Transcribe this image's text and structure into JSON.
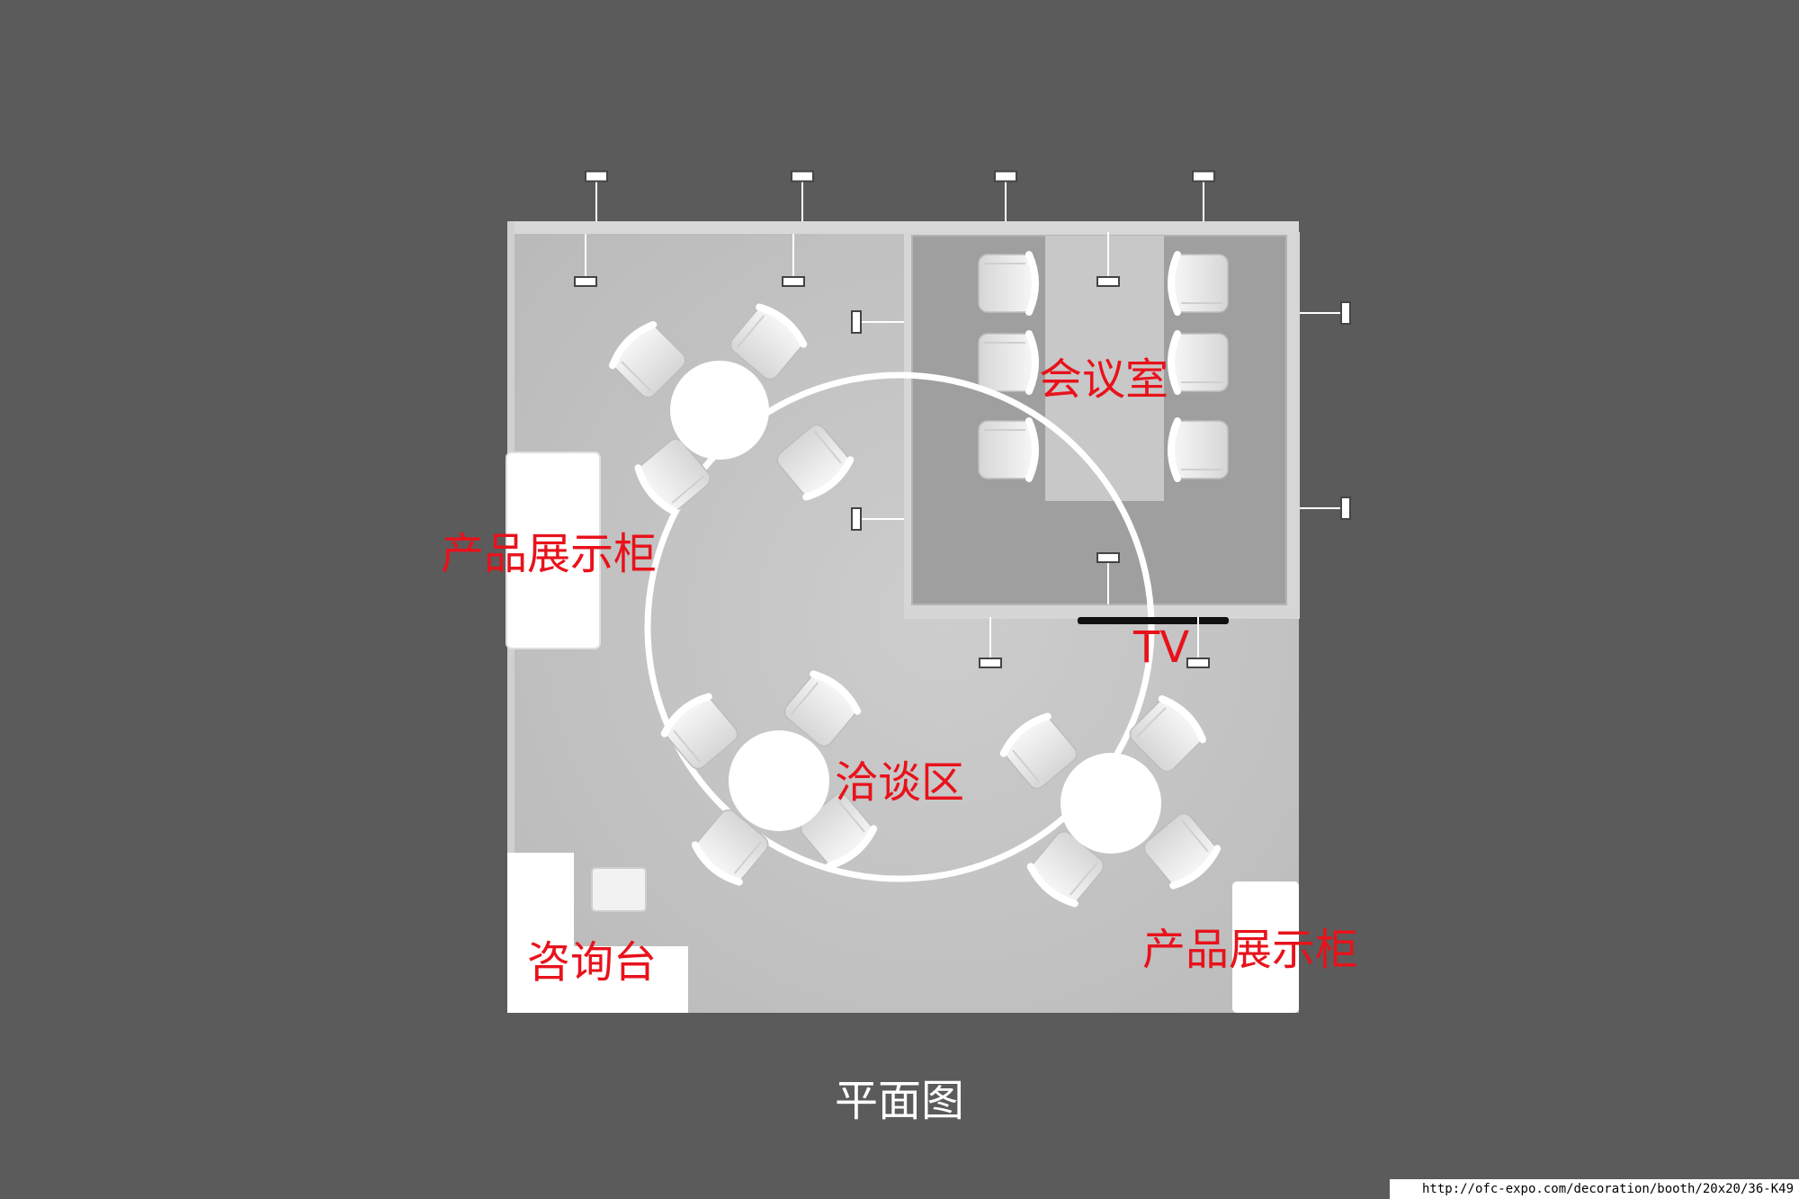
{
  "labels": {
    "meeting_room": "会议室",
    "display_cabinet_left": "产品展示柜",
    "tv": "TV",
    "negotiation_area": "洽谈区",
    "reception_desk": "咨询台",
    "display_cabinet_right": "产品展示柜"
  },
  "caption": "平面图",
  "source_url": "http://ofc-expo.com/decoration/booth/20x20/36-K49",
  "colors": {
    "background": "#5b5b5b",
    "floor": "#c4c4c4",
    "meeting_room_floor": "#9c9c9c",
    "label_red": "#e8121b",
    "furniture_white": "#ffffff"
  }
}
